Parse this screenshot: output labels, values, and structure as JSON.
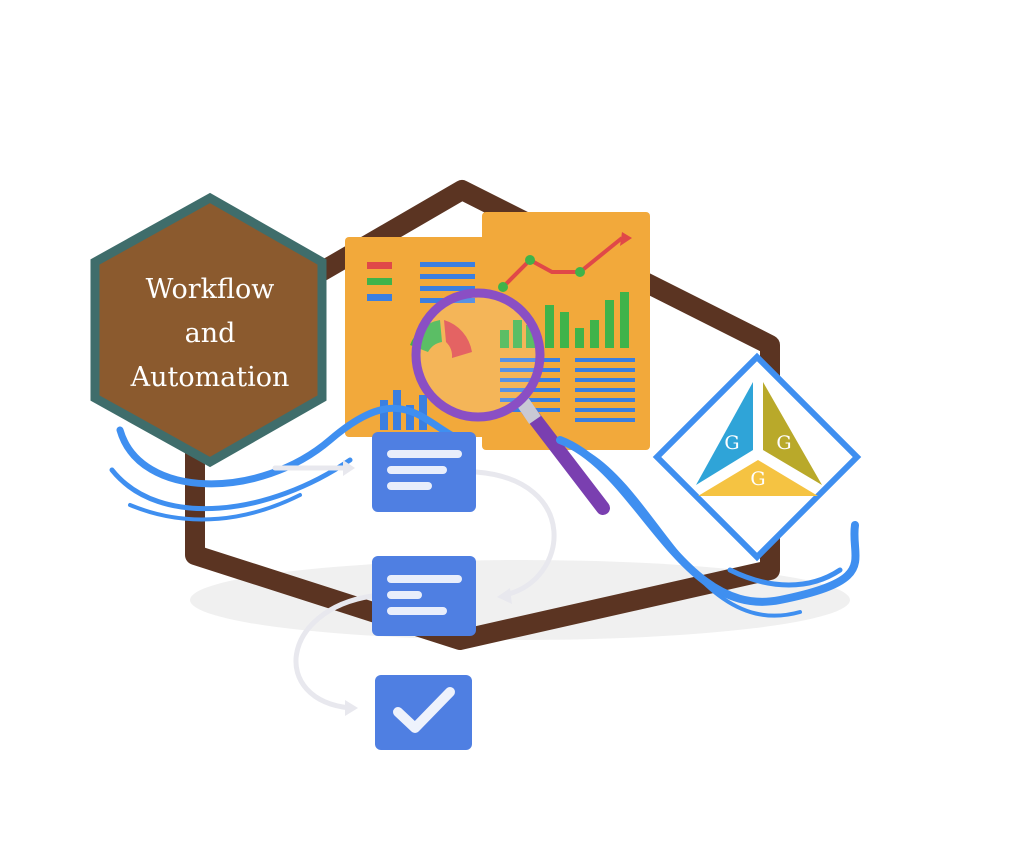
{
  "label": {
    "lines": [
      "Workflow",
      "and",
      "Automation"
    ]
  },
  "logo": {
    "lettering": [
      "G",
      "G",
      "G"
    ]
  },
  "colors": {
    "label_fill": "#8b5a2e",
    "label_border": "#3f6d6b",
    "wood": "#5b3422",
    "document": "#f2a93b",
    "flow_box": "#4f7fe2",
    "magnifier": "#8a4fc4",
    "wave": "#3f8ff0",
    "logo_blue": "#2fa4d8",
    "logo_olive": "#b9a92a",
    "logo_yellow": "#f5c342"
  }
}
